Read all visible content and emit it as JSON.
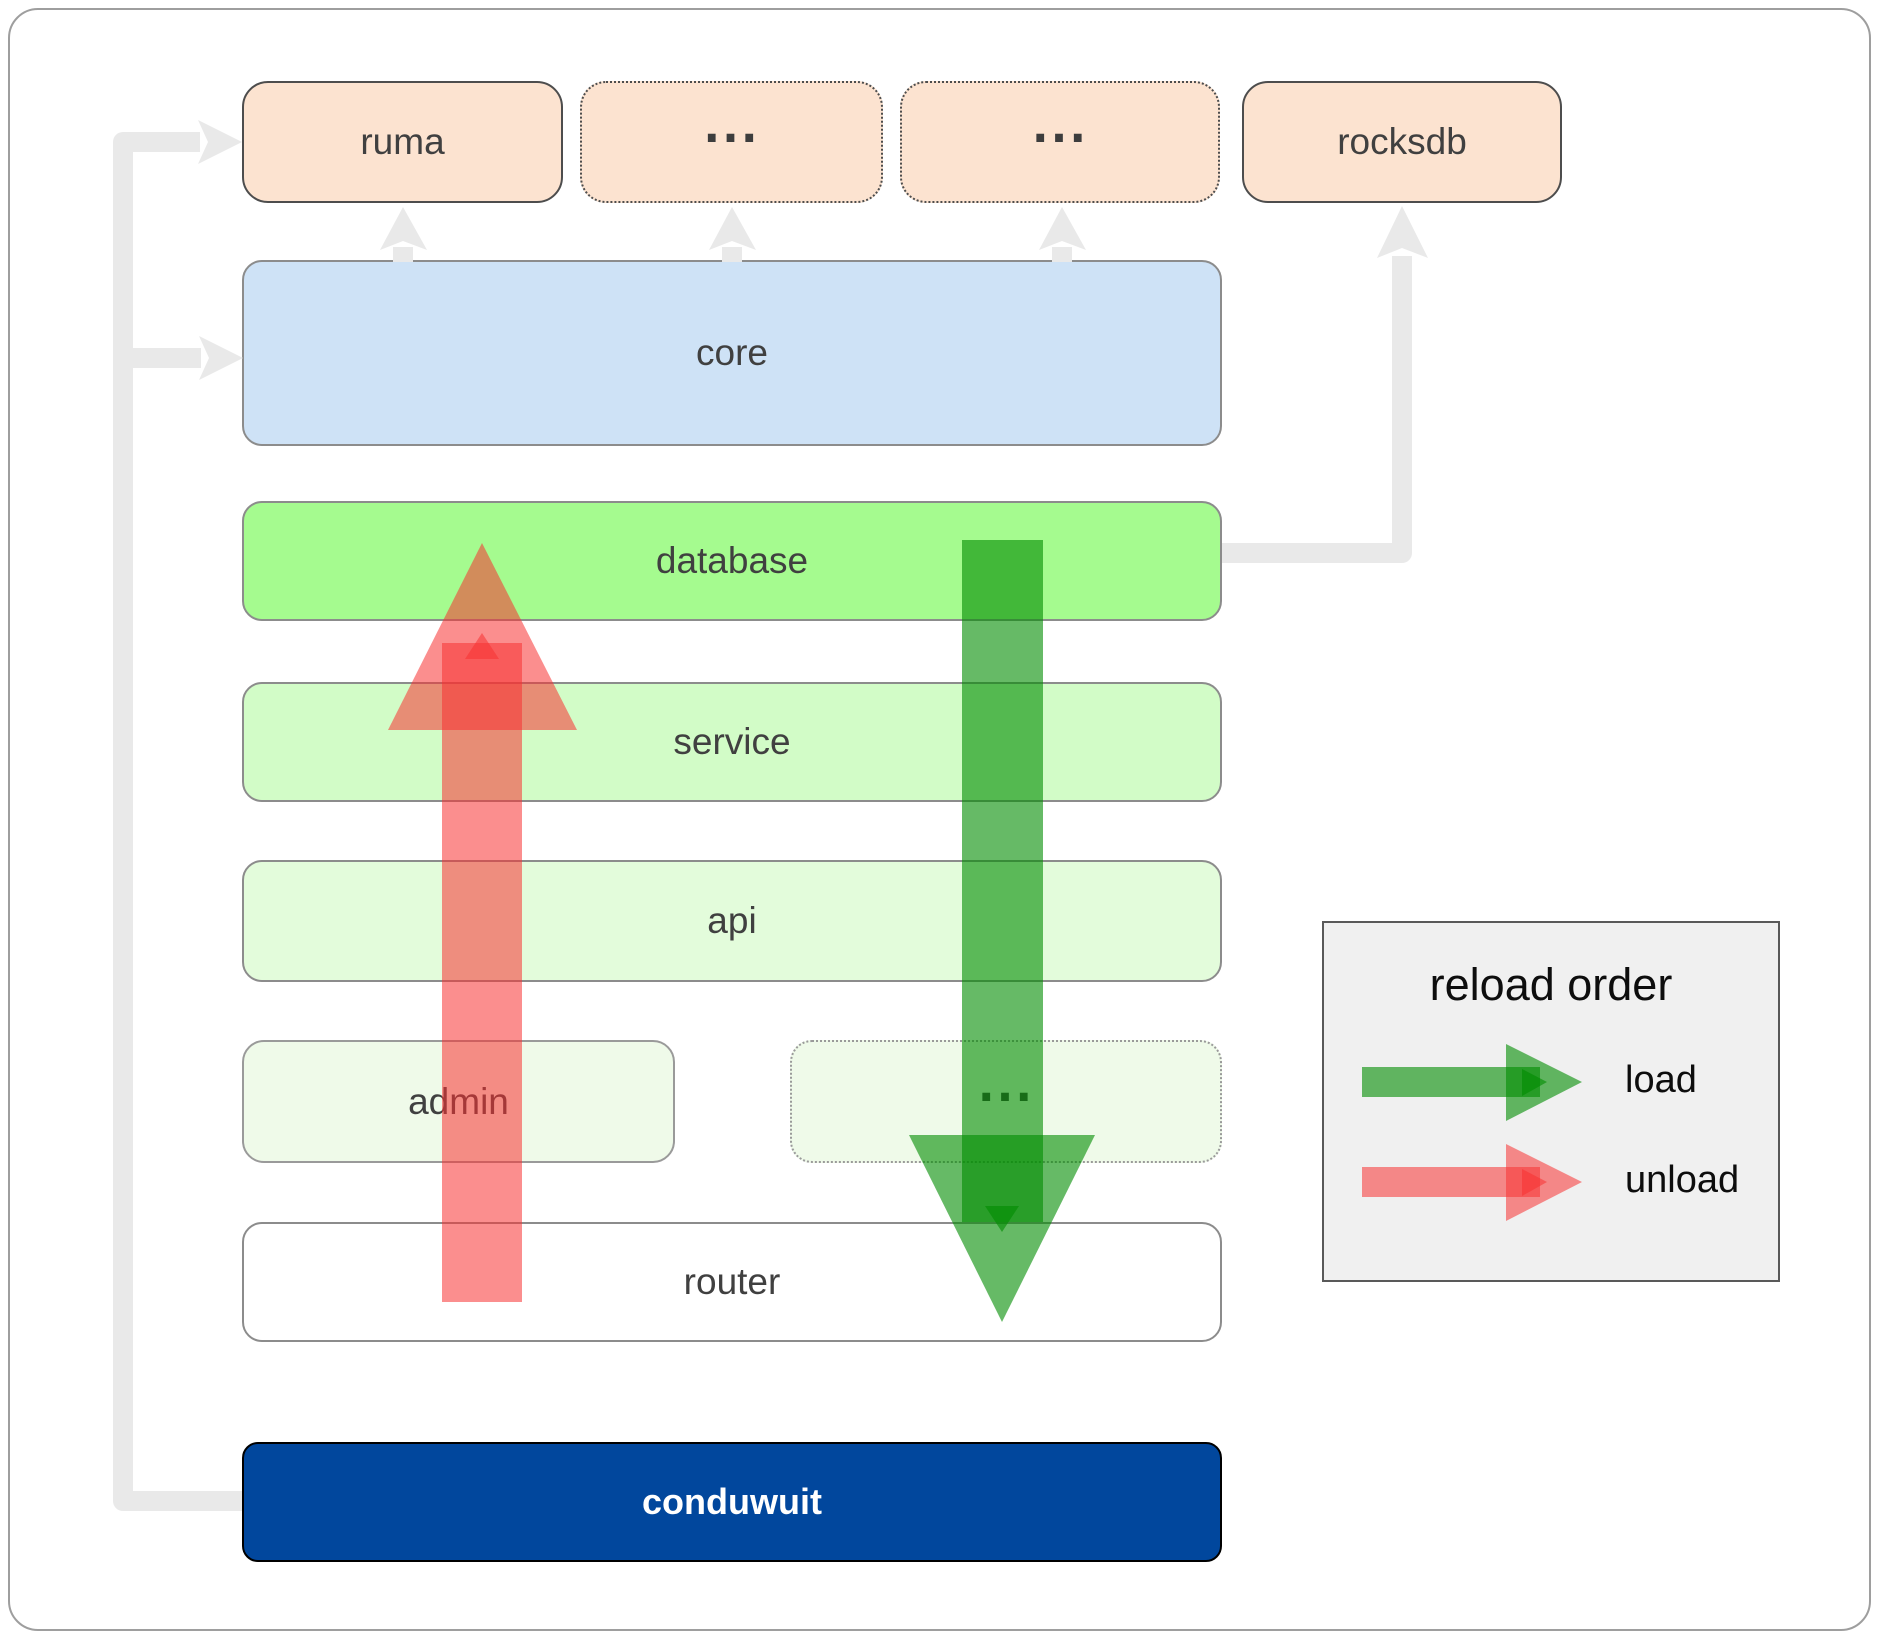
{
  "colors": {
    "frame_border": "#9e9e9e",
    "peach": "#fce3d0",
    "peach_border": "#4d4d4d",
    "core_fill": "#cee2f6",
    "core_border": "#8c8c8c",
    "muted_border": "#9a9a9a",
    "database_fill": "#a5fb8f",
    "service_fill": "#d2fcc7",
    "api_fill": "#e3fcdb",
    "admin_fill": "#effae9",
    "router_fill": "#ffffff",
    "conduwuit_fill": "#01479d",
    "conduwuit_border": "#000000",
    "load_green": "#008c00",
    "unload_red": "#f83232",
    "connector_gray": "#e9e9e9",
    "legend_bg": "#f0f0f0",
    "legend_border": "#595959",
    "label": "#404040"
  },
  "nodes": {
    "ruma": {
      "label": "ruma"
    },
    "crate_a": {
      "label": "..."
    },
    "crate_b": {
      "label": "..."
    },
    "rocksdb": {
      "label": "rocksdb"
    },
    "core": {
      "label": "core"
    },
    "database": {
      "label": "database"
    },
    "service": {
      "label": "service"
    },
    "api": {
      "label": "api"
    },
    "admin": {
      "label": "admin"
    },
    "service_etc": {
      "label": "..."
    },
    "router": {
      "label": "router"
    },
    "conduwuit": {
      "label": "conduwuit"
    }
  },
  "legend": {
    "title": "reload order",
    "load_label": "load",
    "unload_label": "unload"
  }
}
